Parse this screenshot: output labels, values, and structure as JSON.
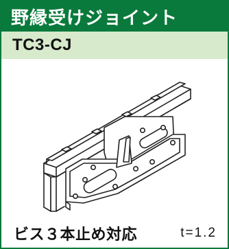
{
  "header": {
    "title": "野縁受けジョイント",
    "code": "TC3-CJ"
  },
  "illustration": {
    "icon": "joint-bracket-illustration"
  },
  "footer": {
    "feature": "ビス３本止め対応",
    "thickness": "t=1.2"
  },
  "colors": {
    "title_bar": "#0a7a3c",
    "code_bar": "#d7eacb",
    "border": "#0a7a3c"
  }
}
